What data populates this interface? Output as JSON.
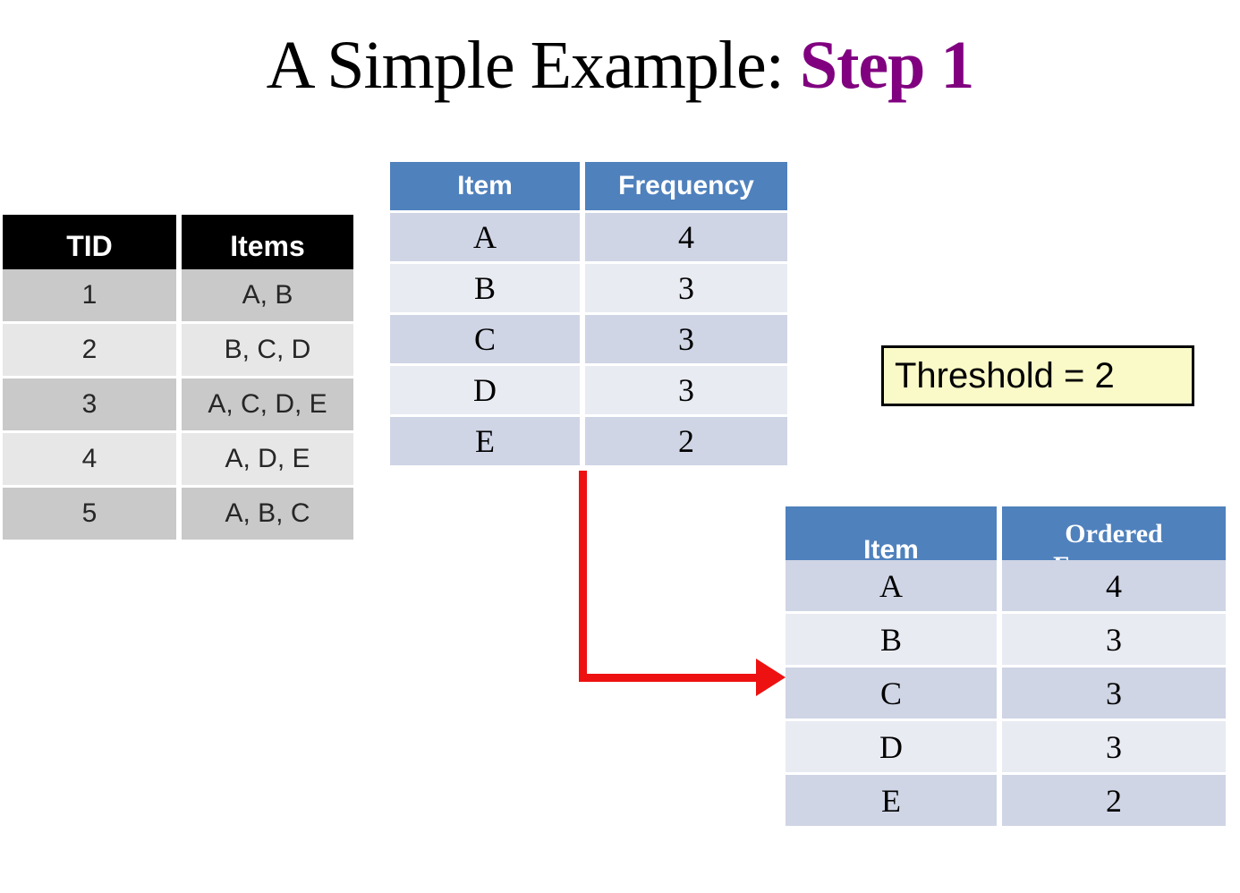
{
  "title": {
    "prefix": "A Simple Example: ",
    "highlight": "Step 1"
  },
  "transactions_table": {
    "headers": [
      "TID",
      "Items"
    ],
    "rows": [
      [
        "1",
        "A, B"
      ],
      [
        "2",
        "B, C, D"
      ],
      [
        "3",
        "A, C, D, E"
      ],
      [
        "4",
        "A, D, E"
      ],
      [
        "5",
        "A, B, C"
      ]
    ]
  },
  "frequency_table": {
    "headers": [
      "Item",
      "Frequency"
    ],
    "rows": [
      [
        "A",
        "4"
      ],
      [
        "B",
        "3"
      ],
      [
        "C",
        "3"
      ],
      [
        "D",
        "3"
      ],
      [
        "E",
        "2"
      ]
    ]
  },
  "ordered_frequency_table": {
    "headers": [
      "Item",
      "Ordered Frequency"
    ],
    "rows": [
      [
        "A",
        "4"
      ],
      [
        "B",
        "3"
      ],
      [
        "C",
        "3"
      ],
      [
        "D",
        "3"
      ],
      [
        "E",
        "2"
      ]
    ]
  },
  "threshold": {
    "label": "Threshold = 2"
  },
  "colors": {
    "title_highlight": "#800080",
    "table_header_blue": "#4f81bd",
    "blue_row_dark": "#cfd5e5",
    "blue_row_light": "#e9ebf3",
    "gray_row_dark": "#c9c9c9",
    "gray_row_light": "#e7e7e7",
    "black_header": "#000000",
    "threshold_fill": "#fafac8",
    "arrow_red": "#ee1111"
  }
}
